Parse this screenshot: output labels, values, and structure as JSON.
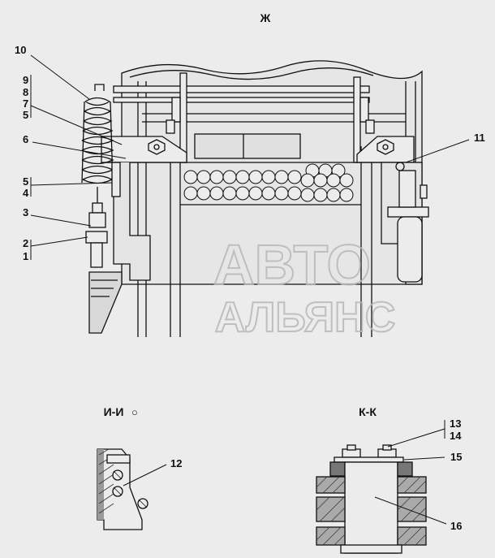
{
  "views": {
    "main": {
      "title": "Ж"
    },
    "section_i": {
      "title": "И-И",
      "circle_mark": "○"
    },
    "section_k": {
      "title": "К-К"
    }
  },
  "callouts": {
    "c1": "1",
    "c2": "2",
    "c3": "3",
    "c4": "4",
    "c5a": "5",
    "c5b": "5",
    "c6": "6",
    "c7": "7",
    "c8": "8",
    "c9": "9",
    "c10": "10",
    "c11": "11",
    "c12": "12",
    "c13": "13",
    "c14": "14",
    "c15": "15",
    "c16": "16"
  },
  "watermark": {
    "line1": "АВТО",
    "line2": "АЛЬЯНС"
  },
  "colors": {
    "line": "#111111",
    "background": "#ececec",
    "watermark": "#b8b8b8"
  }
}
